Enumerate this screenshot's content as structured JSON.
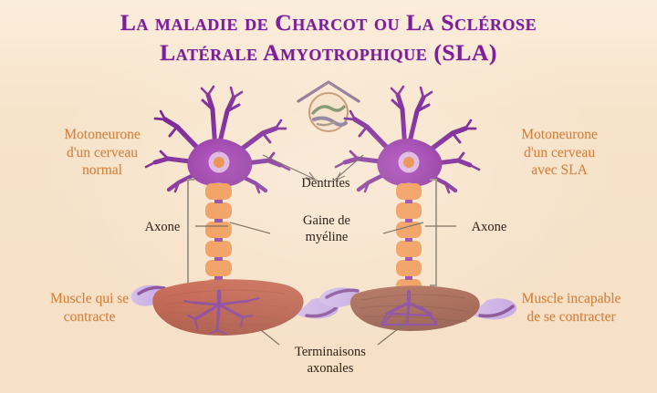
{
  "poster": {
    "title_line_1": "La maladie de Charcot ou La Sclérose",
    "title_line_2": "Latérale Amyotrophique (SLA)",
    "background_color": "#f7e3ca",
    "title_color": "#7d1f9c",
    "label_color_orange": "#d4823c",
    "label_color_dark": "#2e2118"
  },
  "labels": {
    "motoneurone_normal": "Motoneurone\nd'un cerveau\nnormal",
    "motoneurone_sla": "Motoneurone\nd'un cerveau\navec SLA",
    "muscle_contracte": "Muscle qui se\ncontracte",
    "muscle_incapable": "Muscle incapable\nde se contracter",
    "dentrites": "Dentrites",
    "gaine_myeline": "Gaine de\nmyéline",
    "axone_left": "Axone",
    "axone_right": "Axone",
    "terminaisons_axonales": "Terminaisons\naxonales"
  },
  "diagram": {
    "colors": {
      "soma_fill": "#8a1f9e",
      "soma_fill_light": "#a32fb0",
      "dendrite": "#6d0f8c",
      "nucleus_ring": "#d9a9df",
      "nucleolus": "#e87b2e",
      "myelin": "#f08a3c",
      "axon": "#9a44b5",
      "muscle_healthy": "#b0402f",
      "muscle_atrophied": "#8e4434",
      "tendon": "#c3a9f0",
      "bracket": "#8a8070",
      "leader_line": "#514336"
    },
    "emblem": {
      "name": "circular-logo-with-roof",
      "ring_color": "#b06a3a",
      "roof_color": "#5a3a6e"
    },
    "left_panel": {
      "side": "normal",
      "myelin_segment_count": 6,
      "muscle_state": "contracted"
    },
    "right_panel": {
      "side": "sla",
      "myelin_segment_count": 6,
      "muscle_state": "atrophied"
    }
  }
}
